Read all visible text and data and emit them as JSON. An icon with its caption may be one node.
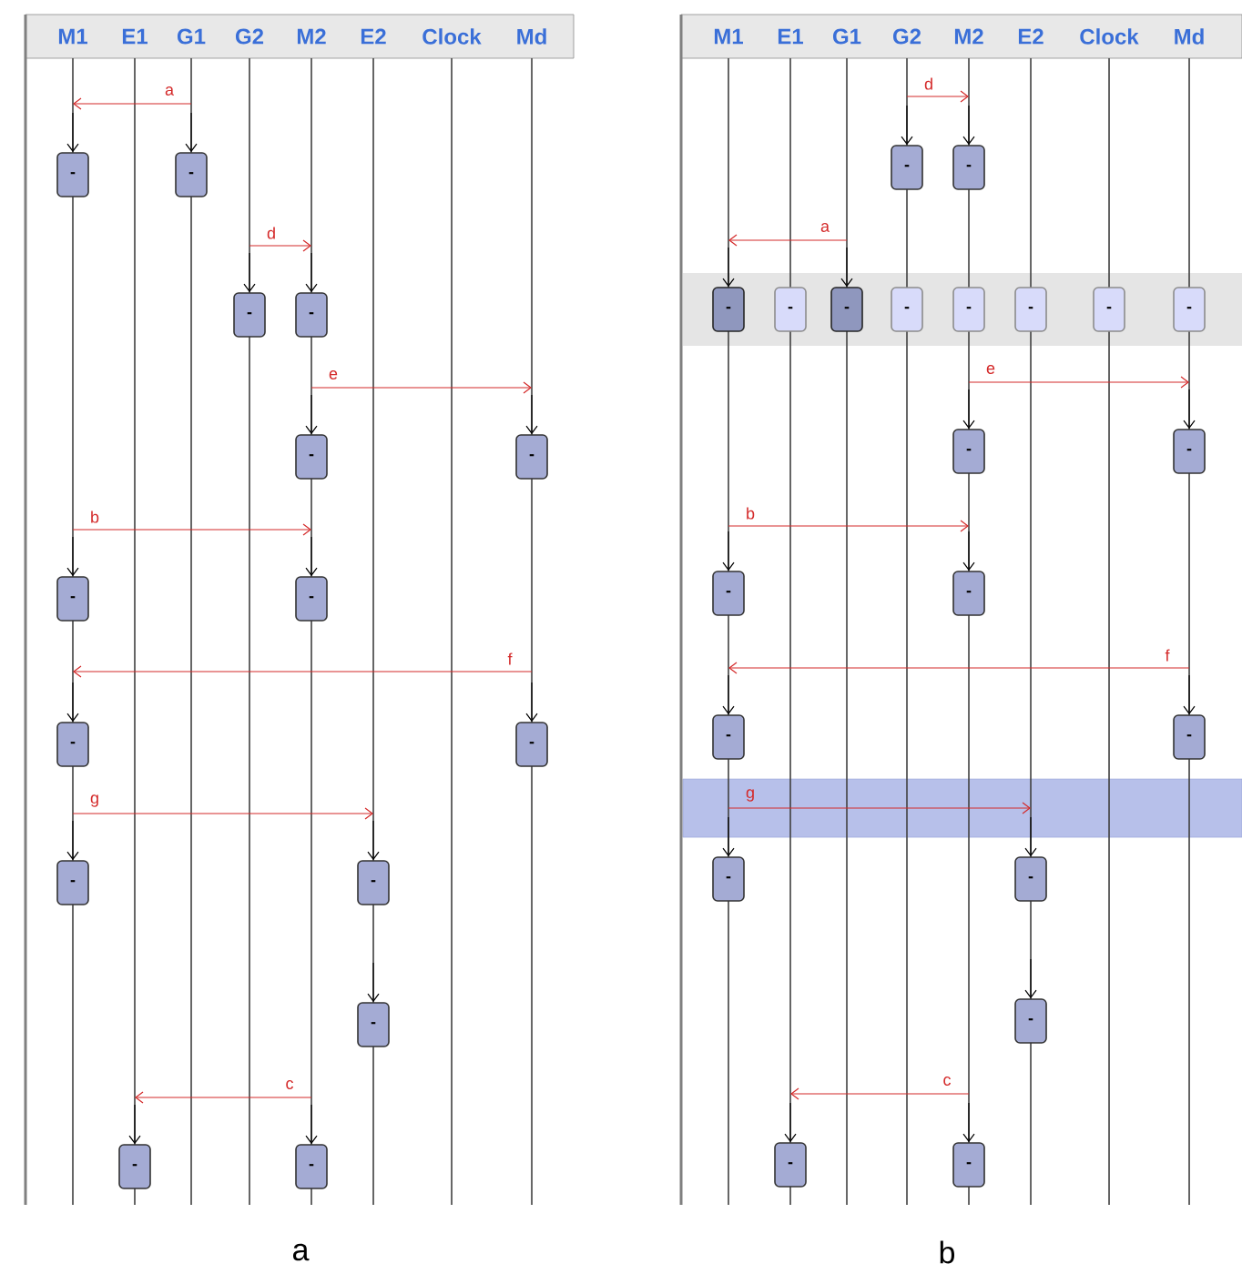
{
  "diagram": {
    "nodes": [
      {
        "text": [
          "M1"
        ]
      },
      {
        "text": [
          "E1"
        ]
      },
      {
        "text": [
          "G1"
        ]
      },
      {
        "text": [
          "G2"
        ]
      },
      {
        "text": [
          "M2"
        ]
      },
      {
        "text": [
          "E2"
        ]
      },
      {
        "text": [
          "Clock"
        ]
      },
      {
        "text": [
          "Md"
        ]
      },
      {
        "text": [],
        "shape": "line"
      },
      {
        "text": [],
        "shape": "line"
      },
      {
        "text": [],
        "shape": "line"
      },
      {
        "text": [],
        "shape": "line"
      },
      {
        "text": [],
        "shape": "line"
      },
      {
        "text": [],
        "shape": "line"
      },
      {
        "text": [],
        "shape": "line"
      },
      {
        "text": [],
        "shape": "line"
      },
      {
        "text": [
          "-"
        ]
      },
      {
        "text": [
          "-"
        ]
      },
      {
        "text": [
          "-"
        ]
      },
      {
        "text": [
          "-"
        ]
      },
      {
        "text": [
          "-"
        ]
      },
      {
        "text": [
          "-"
        ]
      },
      {
        "text": [
          "-"
        ]
      },
      {
        "text": [
          "-"
        ]
      },
      {
        "text": [
          "-"
        ]
      },
      {
        "text": [
          "-"
        ]
      },
      {
        "text": [
          "-"
        ]
      },
      {
        "text": [
          "-"
        ]
      },
      {
        "text": [
          "-"
        ]
      },
      {
        "text": [
          "-"
        ]
      },
      {
        "text": [
          "-"
        ]
      },
      {
        "text": [
          "M1"
        ]
      },
      {
        "text": [
          "E1"
        ]
      },
      {
        "text": [
          "G1"
        ]
      },
      {
        "text": [
          "G2"
        ]
      },
      {
        "text": [
          "M2"
        ]
      },
      {
        "text": [
          "E2"
        ]
      },
      {
        "text": [
          "Clock"
        ]
      },
      {
        "text": [
          "Md"
        ]
      },
      {
        "text": [],
        "shape": "line"
      },
      {
        "text": [],
        "shape": "line"
      },
      {
        "text": [],
        "shape": "line"
      },
      {
        "text": [],
        "shape": "line"
      },
      {
        "text": [],
        "shape": "line"
      },
      {
        "text": [],
        "shape": "line"
      },
      {
        "text": [],
        "shape": "line"
      },
      {
        "text": [],
        "shape": "line"
      },
      {
        "text": [
          "-"
        ]
      },
      {
        "text": [
          "-"
        ]
      },
      {
        "text": [
          "-"
        ]
      },
      {
        "text": [
          "-"
        ]
      },
      {
        "text": [
          "-"
        ]
      },
      {
        "text": [
          "-"
        ]
      },
      {
        "text": [
          "-"
        ]
      },
      {
        "text": [
          "-"
        ]
      },
      {
        "text": [
          "-"
        ]
      },
      {
        "text": [
          "-"
        ]
      },
      {
        "text": [
          "-"
        ]
      },
      {
        "text": [
          "-"
        ]
      },
      {
        "text": [
          "-"
        ]
      },
      {
        "text": [
          "-"
        ]
      },
      {
        "text": [
          "-"
        ]
      },
      {
        "text": [
          "-"
        ]
      },
      {
        "text": [
          "-"
        ]
      },
      {
        "text": [
          "-"
        ]
      },
      {
        "text": [
          "-"
        ]
      },
      {
        "text": [
          "-"
        ]
      },
      {
        "text": [
          "-"
        ]
      }
    ],
    "edges": [
      {
        "from": 10,
        "to": 8,
        "arrow": "to",
        "label": "a",
        "color": "#d42a2a"
      },
      {
        "from": 11,
        "to": 12,
        "arrow": "to",
        "label": "d",
        "color": "#d42a2a"
      },
      {
        "from": 12,
        "to": 15,
        "arrow": "to",
        "label": "e",
        "color": "#d42a2a"
      },
      {
        "from": 8,
        "to": 12,
        "arrow": "to",
        "label": "b",
        "color": "#d42a2a"
      },
      {
        "from": 15,
        "to": 8,
        "arrow": "to",
        "label": "f",
        "color": "#d42a2a"
      },
      {
        "from": 8,
        "to": 13,
        "arrow": "to",
        "label": "g",
        "color": "#d42a2a"
      },
      {
        "from": 12,
        "to": 9,
        "arrow": "to",
        "label": "c",
        "color": "#d42a2a"
      },
      {
        "from": 42,
        "to": 43,
        "arrow": "to",
        "label": "d",
        "color": "#d42a2a"
      },
      {
        "from": 41,
        "to": 39,
        "arrow": "to",
        "label": "a",
        "color": "#d42a2a"
      },
      {
        "from": 43,
        "to": 46,
        "arrow": "to",
        "label": "e",
        "color": "#d42a2a"
      },
      {
        "from": 39,
        "to": 43,
        "arrow": "to",
        "label": "b",
        "color": "#d42a2a"
      },
      {
        "from": 46,
        "to": 39,
        "arrow": "to",
        "label": "f",
        "color": "#d42a2a"
      },
      {
        "from": 39,
        "to": 44,
        "arrow": "to",
        "label": "g",
        "color": "#d42a2a"
      },
      {
        "from": 43,
        "to": 40,
        "arrow": "to",
        "label": "c",
        "color": "#d42a2a"
      },
      {
        "from": 8,
        "to": 16,
        "arrow": "to"
      },
      {
        "from": 10,
        "to": 17,
        "arrow": "to"
      },
      {
        "from": 11,
        "to": 18,
        "arrow": "to"
      },
      {
        "from": 12,
        "to": 19,
        "arrow": "to"
      },
      {
        "from": 12,
        "to": 20,
        "arrow": "to"
      },
      {
        "from": 15,
        "to": 21,
        "arrow": "to"
      },
      {
        "from": 8,
        "to": 22,
        "arrow": "to"
      },
      {
        "from": 12,
        "to": 23,
        "arrow": "to"
      },
      {
        "from": 8,
        "to": 24,
        "arrow": "to"
      },
      {
        "from": 15,
        "to": 25,
        "arrow": "to"
      },
      {
        "from": 8,
        "to": 26,
        "arrow": "to"
      },
      {
        "from": 13,
        "to": 27,
        "arrow": "to"
      },
      {
        "from": 13,
        "to": 28,
        "arrow": "to"
      },
      {
        "from": 9,
        "to": 29,
        "arrow": "to"
      },
      {
        "from": 12,
        "to": 30,
        "arrow": "to"
      },
      {
        "from": 42,
        "to": 47,
        "arrow": "to"
      },
      {
        "from": 43,
        "to": 48,
        "arrow": "to"
      },
      {
        "from": 39,
        "to": 49,
        "arrow": "to"
      },
      {
        "from": 41,
        "to": 51,
        "arrow": "to"
      },
      {
        "from": 43,
        "to": 57,
        "arrow": "to"
      },
      {
        "from": 46,
        "to": 58,
        "arrow": "to"
      },
      {
        "from": 39,
        "to": 59,
        "arrow": "to"
      },
      {
        "from": 43,
        "to": 60,
        "arrow": "to"
      },
      {
        "from": 39,
        "to": 61,
        "arrow": "to"
      },
      {
        "from": 46,
        "to": 62,
        "arrow": "to"
      },
      {
        "from": 39,
        "to": 63,
        "arrow": "to"
      },
      {
        "from": 44,
        "to": 64,
        "arrow": "to"
      },
      {
        "from": 44,
        "to": 65,
        "arrow": "to"
      },
      {
        "from": 40,
        "to": 66,
        "arrow": "to"
      },
      {
        "from": 43,
        "to": 67,
        "arrow": "to"
      }
    ],
    "labels": [
      "a",
      "b"
    ]
  }
}
